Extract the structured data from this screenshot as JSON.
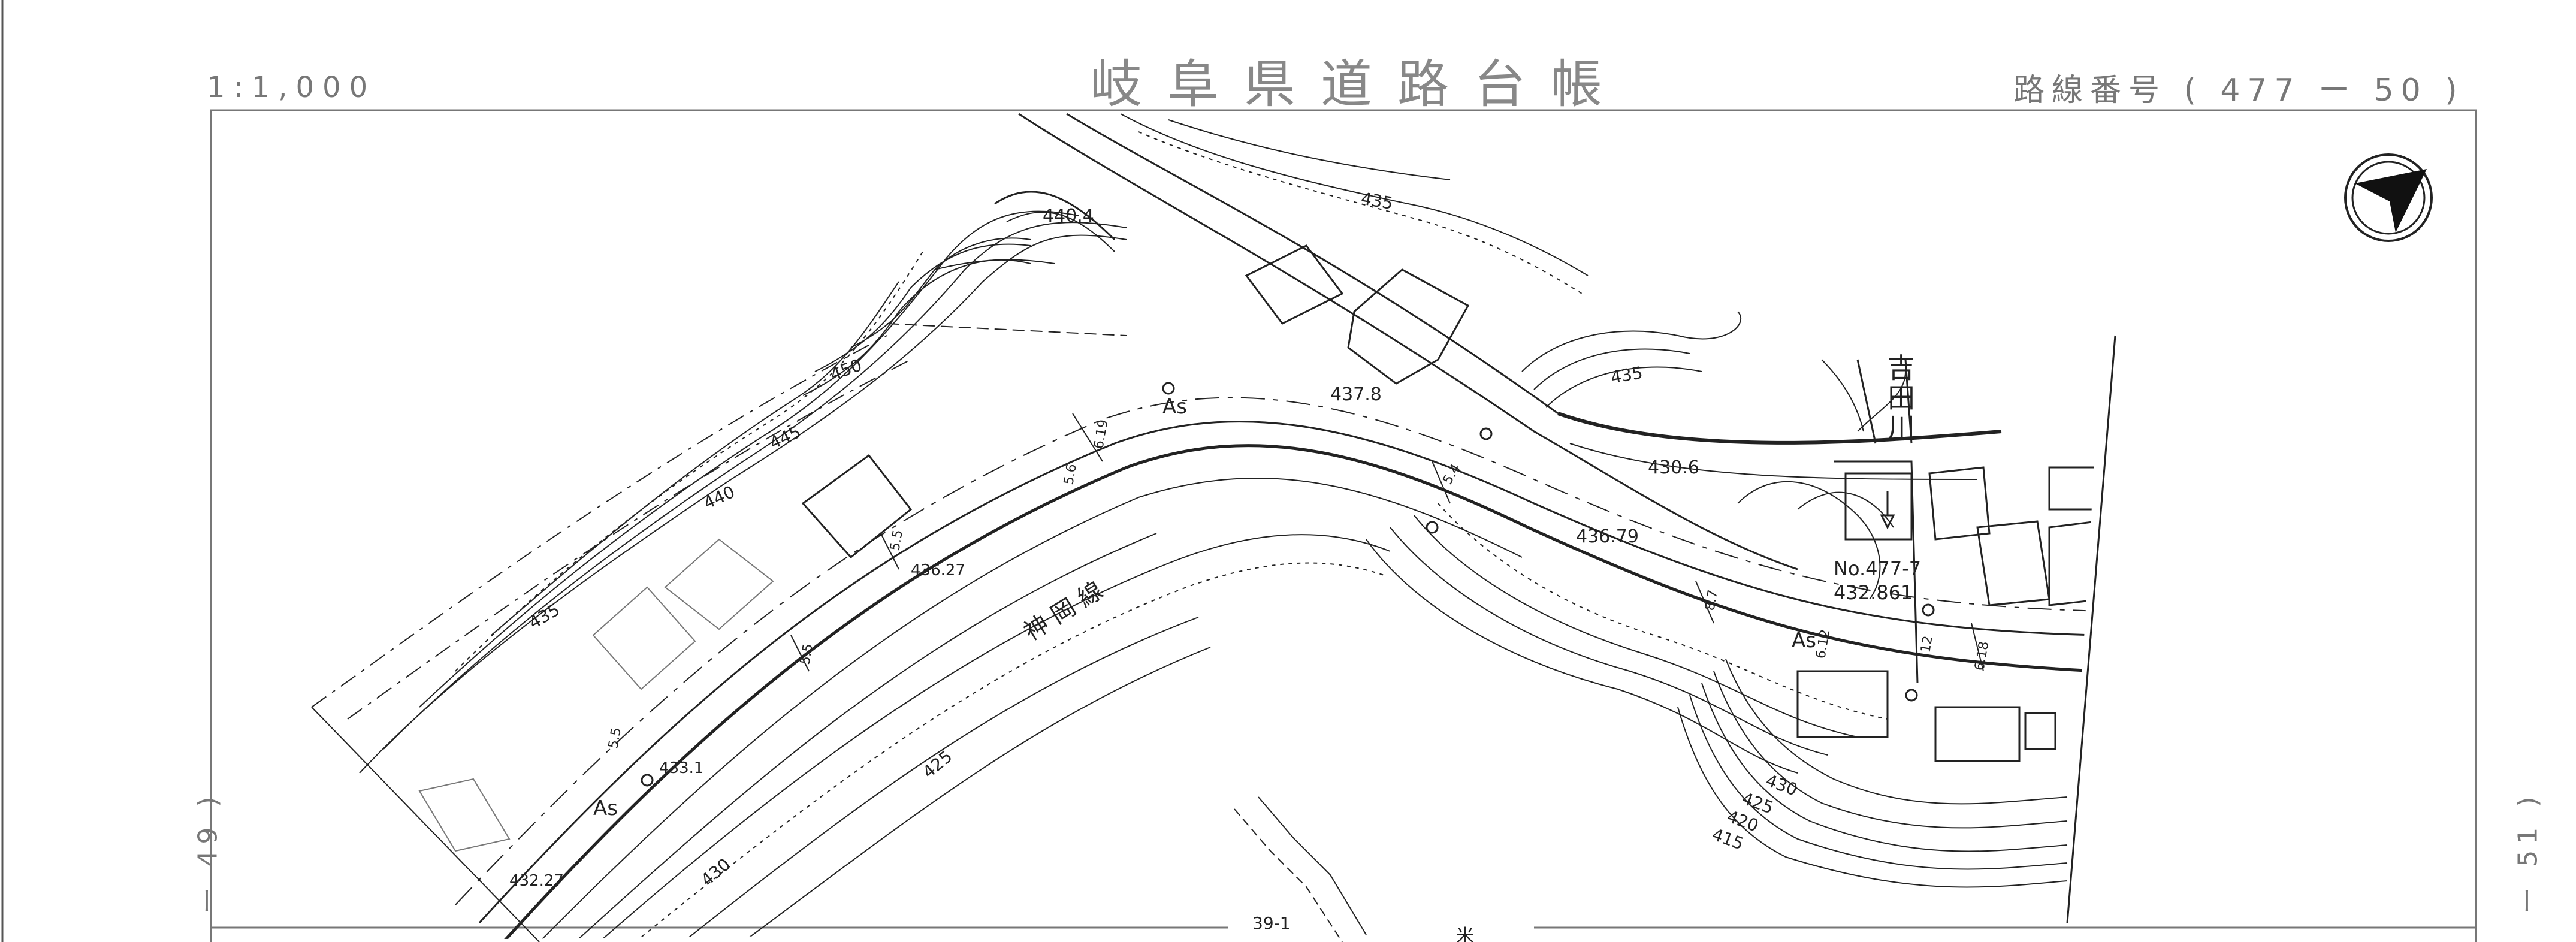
{
  "header": {
    "scale": "1:1,000",
    "title": "岐阜県道路台帳",
    "route_number": "路線番号 ( 477 ー 50 )"
  },
  "adjacent_sheets": {
    "left": "ー 49 )",
    "right": "ー 51 )"
  },
  "map": {
    "road_name": "神 岡 線",
    "river_name_chars": [
      "吉",
      "田",
      "川"
    ],
    "station_label": "No.477-7",
    "station_elevation": "432.861",
    "surface_labels": [
      "As",
      "As",
      "As"
    ],
    "elevations": [
      "440.4",
      "437.8",
      "430.6",
      "436.79",
      "436.27",
      "433.1",
      "432.27"
    ],
    "contours": [
      "435",
      "450",
      "445",
      "440",
      "435",
      "435",
      "425",
      "430",
      "430",
      "425",
      "420",
      "415"
    ],
    "widths": [
      "6.19",
      "5.6",
      "5.5",
      "5.5",
      "5.4",
      "8.7",
      "6.12",
      "6.18",
      "5.5",
      "12"
    ],
    "parcel_label": "39-1",
    "partial_char": "米"
  }
}
